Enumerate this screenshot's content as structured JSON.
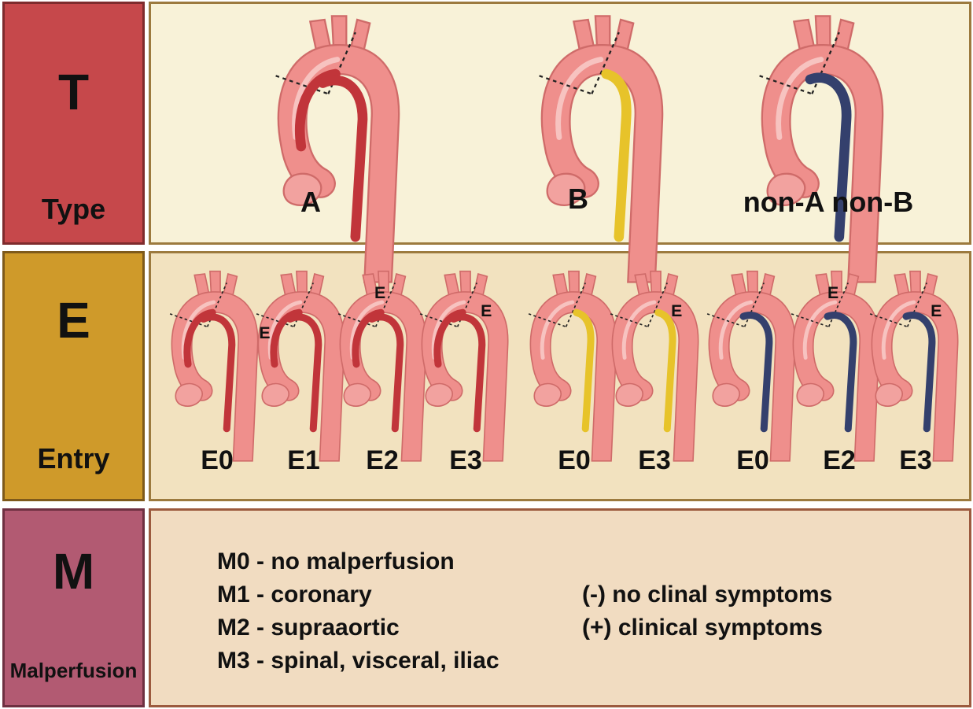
{
  "rows": {
    "type": {
      "letter": "T",
      "label": "Type"
    },
    "entry": {
      "letter": "E",
      "label": "Entry"
    },
    "malperfusion": {
      "letter": "M",
      "label": "Malperfusion"
    }
  },
  "type_captions": [
    "A",
    "B",
    "non-A non-B"
  ],
  "entry_captions": [
    "E0",
    "E1",
    "E2",
    "E3",
    "E0",
    "E3",
    "E0",
    "E2",
    "E3"
  ],
  "entry_marker": "E",
  "malperfusion_items": [
    "M0 - no malperfusion",
    "M1 - coronary",
    "M2 - supraaortic",
    "M3 - spinal, visceral, iliac"
  ],
  "symptom_items": [
    "(-) no clinal symptoms",
    "(+) clinical symptoms"
  ],
  "colors": {
    "type_a": "#c1353a",
    "type_b": "#e7c32a",
    "non_a_non_b": "#34406d",
    "aorta": "#ef8f8c",
    "aorta_outline": "#cf6b69"
  }
}
